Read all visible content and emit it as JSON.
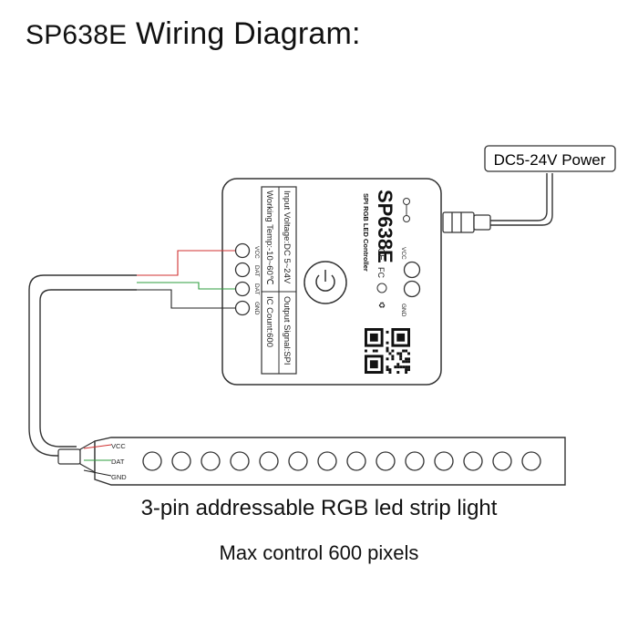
{
  "title": {
    "model": "SP638E",
    "rest": "Wiring Diagram:"
  },
  "power_label": "DC5-24V Power",
  "controller": {
    "brand": "SP638E",
    "subtitle": "SPI RGB LED Controller",
    "specs_left": [
      "Input Voltage:DC 5~24V",
      "Working Temp:-10~60℃"
    ],
    "specs_right": [
      "Output Signal:SPI",
      "IC Count:600"
    ],
    "pins_left": [
      "VCC",
      "DAT",
      "DAT",
      "GND"
    ],
    "pins_right": [
      "VCC",
      "GND"
    ]
  },
  "strip": {
    "pins": [
      "VCC",
      "DAT",
      "GND"
    ],
    "led_count": 14
  },
  "captions": {
    "line1": "3-pin addressable RGB led strip light",
    "line2": "Max control 600 pixels"
  },
  "colors": {
    "wire_vcc": "#d03030",
    "wire_dat": "#2e9e3e",
    "wire_gnd": "#222222",
    "outline": "#333333"
  }
}
